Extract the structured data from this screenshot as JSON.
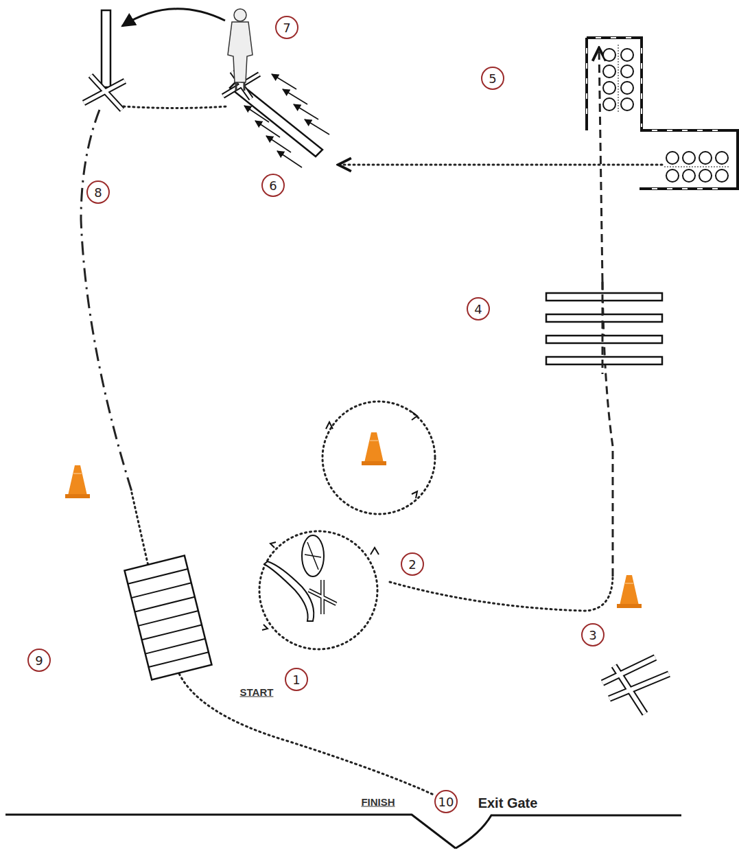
{
  "diagram": {
    "labels": [
      "1",
      "2",
      "3",
      "4",
      "5",
      "6",
      "7",
      "8",
      "9",
      "10",
      "START",
      "FINISH",
      "Exit Gate"
    ]
  }
}
